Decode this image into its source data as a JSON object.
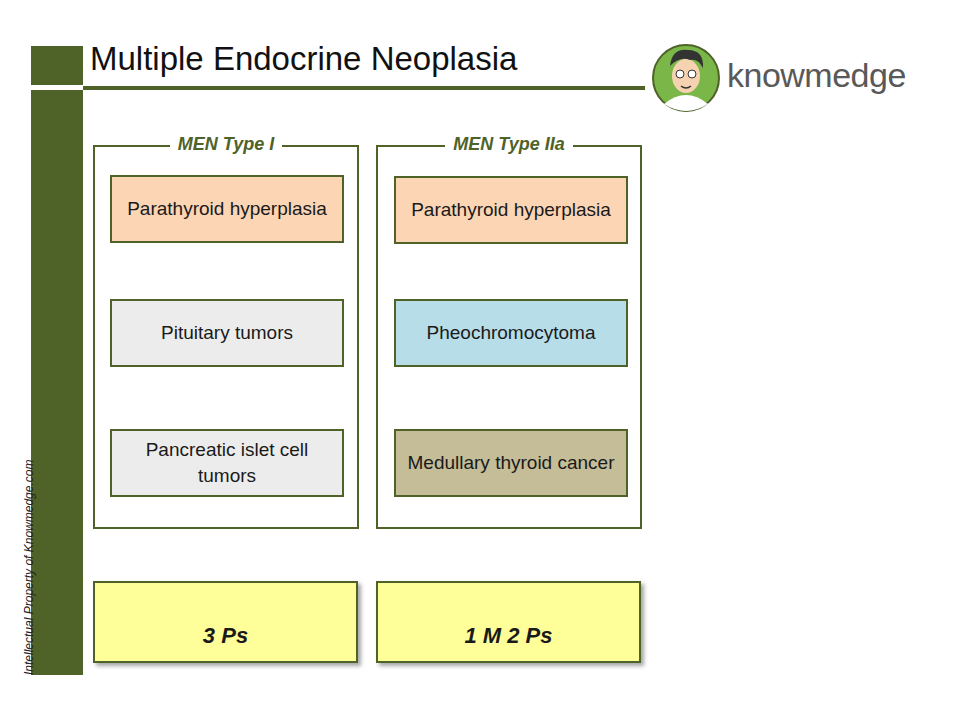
{
  "diagram": {
    "title": "Multiple Endocrine Neoplasia",
    "nodes": [
      {
        "text": [
          "MEN Type I"
        ]
      },
      {
        "text": [
          "Parathyroid hyperplasia"
        ],
        "in": 0
      },
      {
        "text": [
          "Pituitary tumors"
        ],
        "in": 0
      },
      {
        "text": [
          "Pancreatic islet cell tumors"
        ],
        "in": 0
      },
      {
        "text": [
          "MEN Type IIa"
        ]
      },
      {
        "text": [
          "Parathyroid hyperplasia"
        ],
        "in": 4
      },
      {
        "text": [
          "Pheochromocytoma"
        ],
        "in": 4
      },
      {
        "text": [
          "Medullary thyroid cancer"
        ],
        "in": 4
      },
      {
        "text": [
          "3 Ps"
        ]
      },
      {
        "text": [
          "1 M 2 Ps"
        ]
      }
    ],
    "labels": [
      "knowmedge",
      "Intellectual Property of Knowmedge.com"
    ]
  }
}
